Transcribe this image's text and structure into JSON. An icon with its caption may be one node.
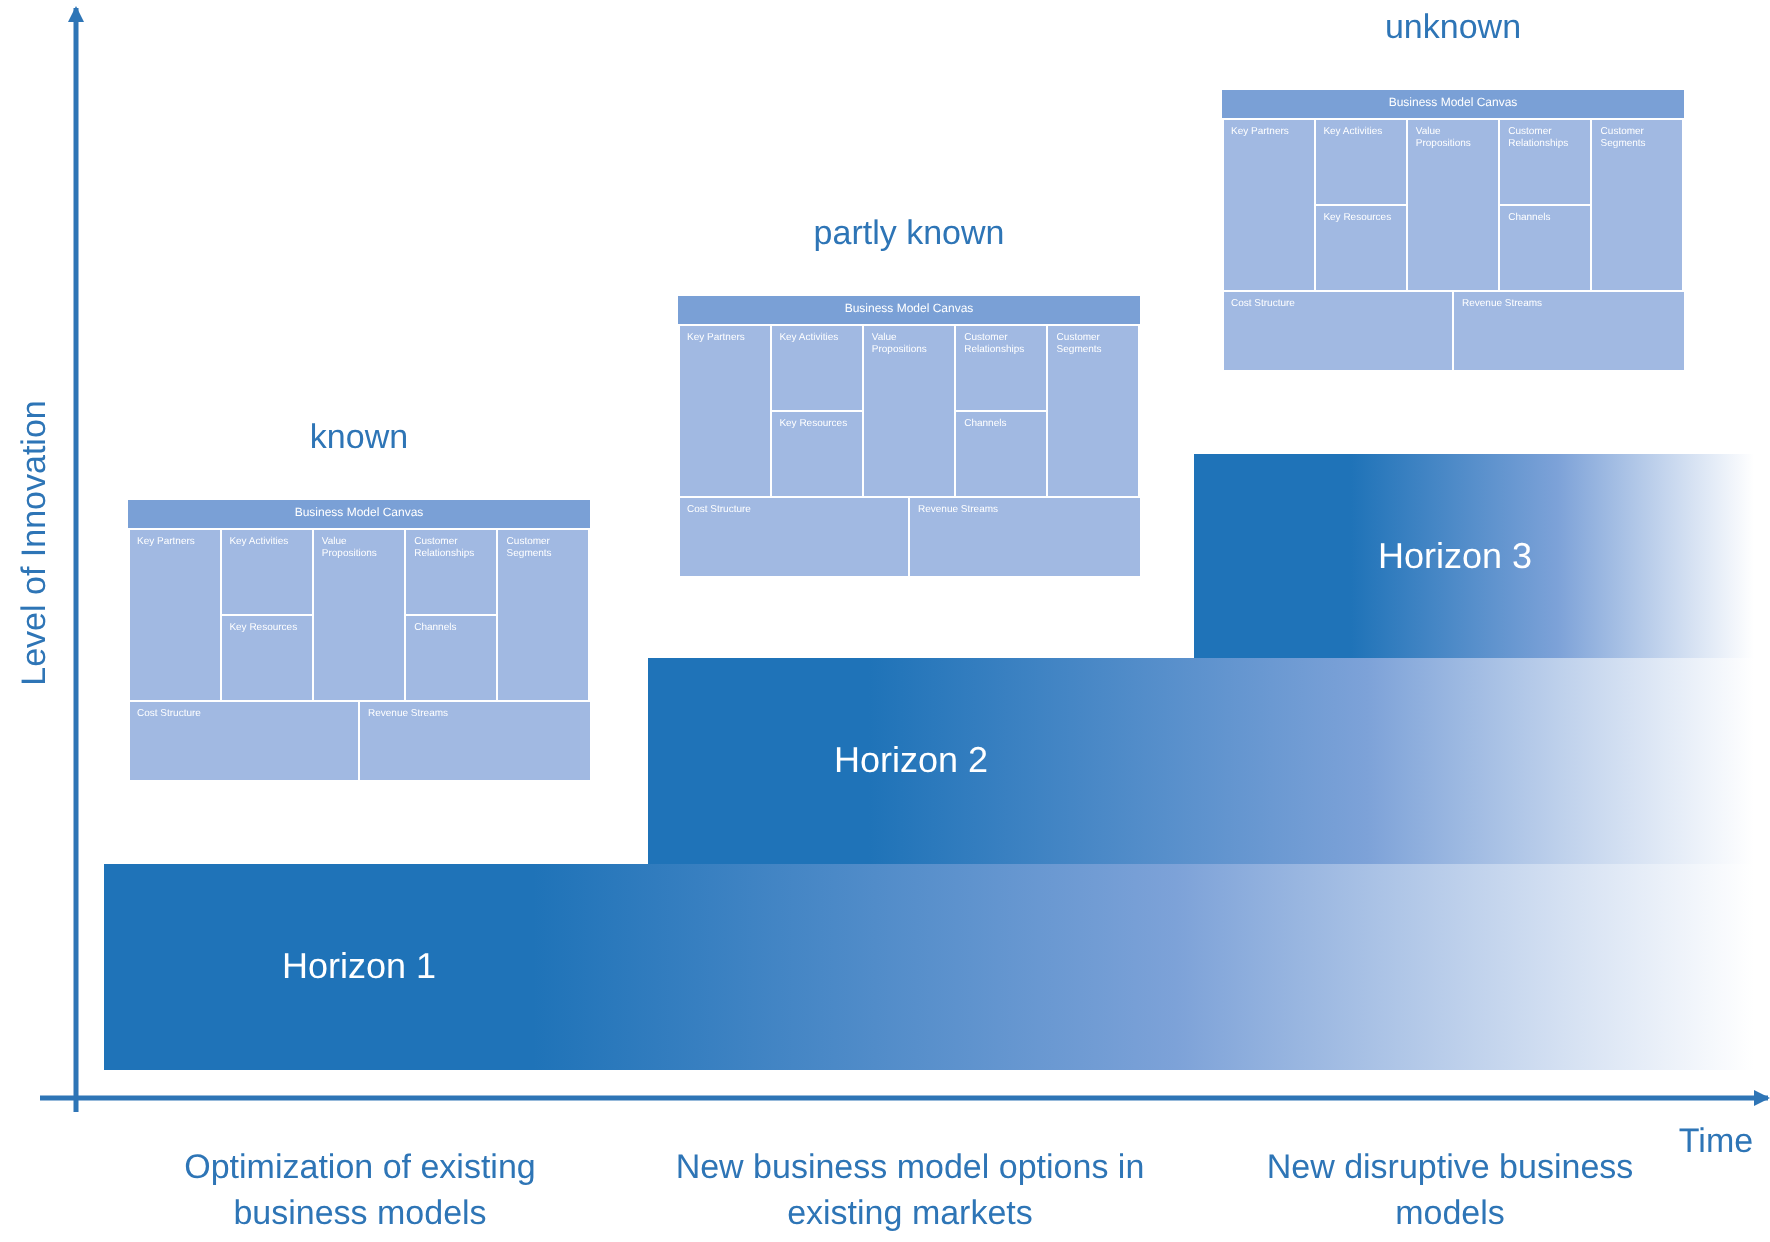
{
  "diagram": {
    "nodes": [
      {
        "text": [
          "unknown",
          "Business Model Canvas"
        ]
      },
      {
        "text": [
          "Key Partners"
        ],
        "in": 0
      },
      {
        "text": [
          "Key Activities"
        ],
        "in": 0
      },
      {
        "text": [
          "Key Resources"
        ],
        "in": 0
      },
      {
        "text": [
          "Value Propositions"
        ],
        "in": 0
      },
      {
        "text": [
          "Customer Relationships"
        ],
        "in": 0
      },
      {
        "text": [
          "Channels"
        ],
        "in": 0
      },
      {
        "text": [
          "Customer Segments"
        ],
        "in": 0
      },
      {
        "text": [
          "Cost Structure"
        ],
        "in": 0
      },
      {
        "text": [
          "Revenue Streams"
        ],
        "in": 0
      },
      {
        "text": [
          "partly known",
          "Business Model Canvas"
        ]
      },
      {
        "text": [
          "Key Partners"
        ],
        "in": 10
      },
      {
        "text": [
          "Key Activities"
        ],
        "in": 10
      },
      {
        "text": [
          "Key Resources"
        ],
        "in": 10
      },
      {
        "text": [
          "Value Propositions"
        ],
        "in": 10
      },
      {
        "text": [
          "Customer Relationships"
        ],
        "in": 10
      },
      {
        "text": [
          "Channels"
        ],
        "in": 10
      },
      {
        "text": [
          "Customer Segments"
        ],
        "in": 10
      },
      {
        "text": [
          "Cost Structure"
        ],
        "in": 10
      },
      {
        "text": [
          "Revenue Streams"
        ],
        "in": 10
      },
      {
        "text": [
          "Horizon 3"
        ]
      },
      {
        "text": [
          "known",
          "Business Model Canvas"
        ]
      },
      {
        "text": [
          "Key Partners"
        ],
        "in": 21
      },
      {
        "text": [
          "Key Activities"
        ],
        "in": 21
      },
      {
        "text": [
          "Key Resources"
        ],
        "in": 21
      },
      {
        "text": [
          "Value Propositions"
        ],
        "in": 21
      },
      {
        "text": [
          "Customer Relationships"
        ],
        "in": 21
      },
      {
        "text": [
          "Channels"
        ],
        "in": 21
      },
      {
        "text": [
          "Customer Segments"
        ],
        "in": 21
      },
      {
        "text": [
          "Cost Structure"
        ],
        "in": 21
      },
      {
        "text": [
          "Revenue Streams"
        ],
        "in": 21
      },
      {
        "text": [
          "Horizon 2"
        ]
      },
      {
        "text": [
          "Horizon 1"
        ]
      }
    ],
    "labels": [
      "Level of Innovation",
      "Time",
      "Optimization of existing business models",
      "New business model options in existing markets",
      "New disruptive business models"
    ]
  }
}
